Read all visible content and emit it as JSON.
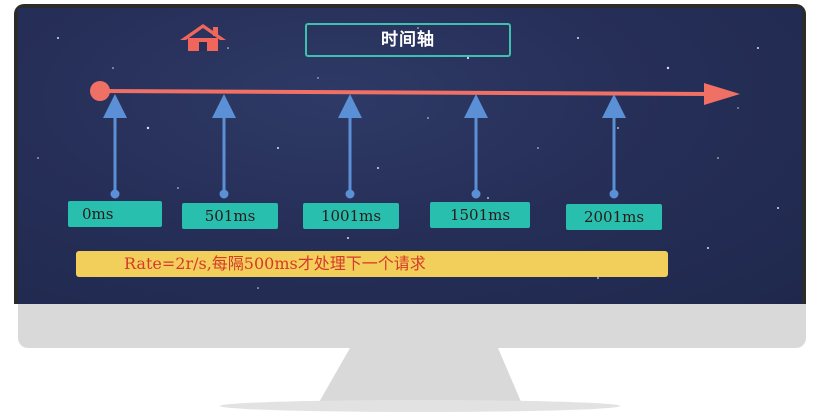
{
  "title": "时间轴",
  "ticks": [
    "0ms",
    "501ms",
    "1001ms",
    "1501ms",
    "2001ms"
  ],
  "rate_text": "Rate=2r/s,每隔500ms才处理下一个请求",
  "icons": {
    "home": "home-icon"
  },
  "colors": {
    "screen_bg": "#262f58",
    "axis": "#f07066",
    "arrow": "#5b8fd6",
    "label_bg": "#29bfae",
    "note_bg": "#f2cf5b",
    "note_text": "#d63a2a",
    "title_border": "#3fbfb0"
  }
}
